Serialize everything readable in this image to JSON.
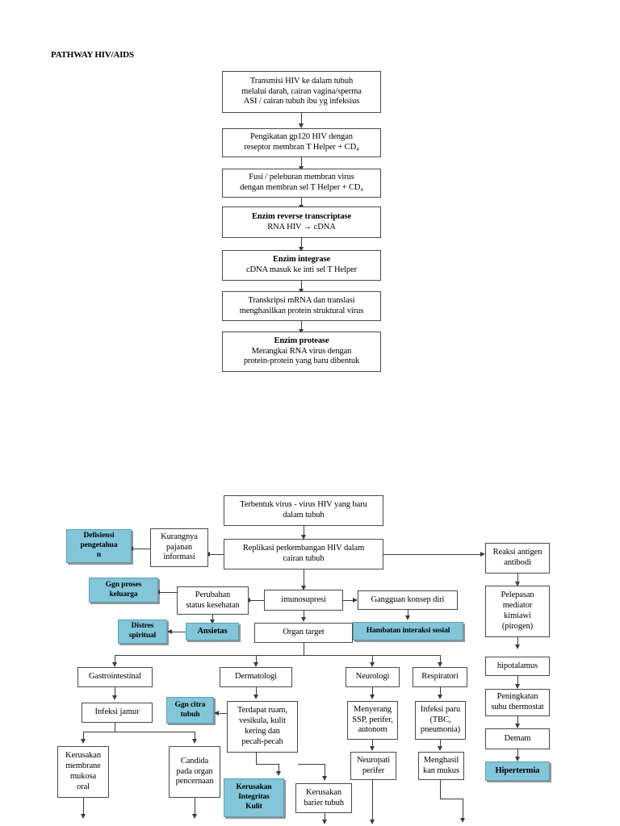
{
  "document": {
    "title": "PATHWAY HIV/AIDS"
  },
  "colors": {
    "diagnosis_fill": "#83c6d9",
    "diagnosis_border": "#5a9fb3",
    "box_border": "#4a4a4a",
    "line": "#3c3c3c",
    "page_background": "#ffffff"
  },
  "flowchart_upper": {
    "name": "HIV replication cycle",
    "nodes": [
      {
        "id": "u1",
        "title": "",
        "text": "Transmisi HIV ke dalam tubuh\nmelalui darah, cairan vagina/sperma\nASI / cairan tubuh ibu yg infeksius",
        "style": "plain"
      },
      {
        "id": "u2",
        "title": "",
        "text": "Pengikatan gp120  HIV dengan\nreseptor membran T Helper + CD₄",
        "style": "plain"
      },
      {
        "id": "u3",
        "title": "",
        "text": "Fusi / peleburan membran virus\ndengan membran sel  T  Helper + CD₄",
        "style": "plain"
      },
      {
        "id": "u4",
        "title": "Enzim reverse transcriptase",
        "text": "RNA HIV → cDNA",
        "style": "titled"
      },
      {
        "id": "u5",
        "title": "Enzim integrase",
        "text": "cDNA masuk ke inti sel  T Helper",
        "style": "titled"
      },
      {
        "id": "u6",
        "title": "",
        "text": "Transkripsi mRNA dan translasi\nmenghasilkan protein struktural virus",
        "style": "plain"
      },
      {
        "id": "u7",
        "title": "Enzim protease",
        "text": "Merangkai RNA virus dengan\nprotein-protein yang baru dibentuk",
        "style": "titled"
      }
    ]
  },
  "flowchart_lower": {
    "name": "HIV/AIDS clinical manifestations and nursing diagnoses",
    "nodes": [
      {
        "id": "l1",
        "text": "Terbentuk virus - virus HIV yang baru\ndalam tubuh",
        "style": "plain"
      },
      {
        "id": "l2",
        "text": "Replikasi perkembangan HIV dalam\ncairan tubuh",
        "style": "plain"
      },
      {
        "id": "l3",
        "text": "Kurangnya\npajanan\ninformasi",
        "style": "plain"
      },
      {
        "id": "l4",
        "text": "Defisiensi\npengetahua\nn",
        "style": "diagnosis"
      },
      {
        "id": "l5",
        "text": "Reaksi antigen\nantibodi",
        "style": "plain"
      },
      {
        "id": "l6",
        "text": "Pelepasan\nmediator\nkimiawi\n(pirogen)",
        "style": "plain"
      },
      {
        "id": "l7",
        "text": "hipotalamus",
        "style": "plain"
      },
      {
        "id": "l8",
        "text": "Peningkatan\nsuhu thermostat",
        "style": "plain"
      },
      {
        "id": "l9",
        "text": "Demam",
        "style": "plain"
      },
      {
        "id": "l10",
        "text": "Hipertermia",
        "style": "diagnosis"
      },
      {
        "id": "l11",
        "text": "imunosupresi",
        "style": "plain"
      },
      {
        "id": "l12",
        "text": "Perubahan\nstatus kesehatan",
        "style": "plain"
      },
      {
        "id": "l13",
        "text": "Ggn proses\nkeluarga",
        "style": "diagnosis"
      },
      {
        "id": "l14",
        "text": "Gangguan konsep diri",
        "style": "plain"
      },
      {
        "id": "l15",
        "text": "Ansietas",
        "style": "diagnosis"
      },
      {
        "id": "l16",
        "text": "Distres\nspiritual",
        "style": "diagnosis"
      },
      {
        "id": "l17",
        "text": "Organ target",
        "style": "plain"
      },
      {
        "id": "l18",
        "text": "Hambatan interaksi sosial",
        "style": "diagnosis"
      },
      {
        "id": "l19",
        "text": "Gastrointestinal",
        "style": "plain"
      },
      {
        "id": "l20",
        "text": "Dermatologi",
        "style": "plain"
      },
      {
        "id": "l21",
        "text": "Neurologi",
        "style": "plain"
      },
      {
        "id": "l22",
        "text": "Respiratori",
        "style": "plain"
      },
      {
        "id": "l23",
        "text": "Infeksi jamur",
        "style": "plain"
      },
      {
        "id": "l24",
        "text": "Ggn citra\ntubuh",
        "style": "diagnosis"
      },
      {
        "id": "l25",
        "text": "Terdapat ruam,\nvesikula, kulit\nkering dan\npecah-pecah",
        "style": "plain"
      },
      {
        "id": "l26",
        "text": "Menyerang\nSSP, perifer,\nautonom",
        "style": "plain"
      },
      {
        "id": "l27",
        "text": "Infeksi paru\n(TBC,\npneumonia)",
        "style": "plain"
      },
      {
        "id": "l28",
        "text": "Kerusakan\nmembrane\nmukosa\noral",
        "style": "plain"
      },
      {
        "id": "l29",
        "text": "Candida\npada organ\npencernaan",
        "style": "plain"
      },
      {
        "id": "l30",
        "text": "Neuropati\nperifer",
        "style": "plain"
      },
      {
        "id": "l31",
        "text": "Menghasil\nkan mukus",
        "style": "plain"
      },
      {
        "id": "l32",
        "text": "Kerusakan\nIntegritas\nKulit",
        "style": "diagnosis"
      },
      {
        "id": "l33",
        "text": "Kerusakan\nbarier tubuh",
        "style": "plain"
      }
    ]
  }
}
